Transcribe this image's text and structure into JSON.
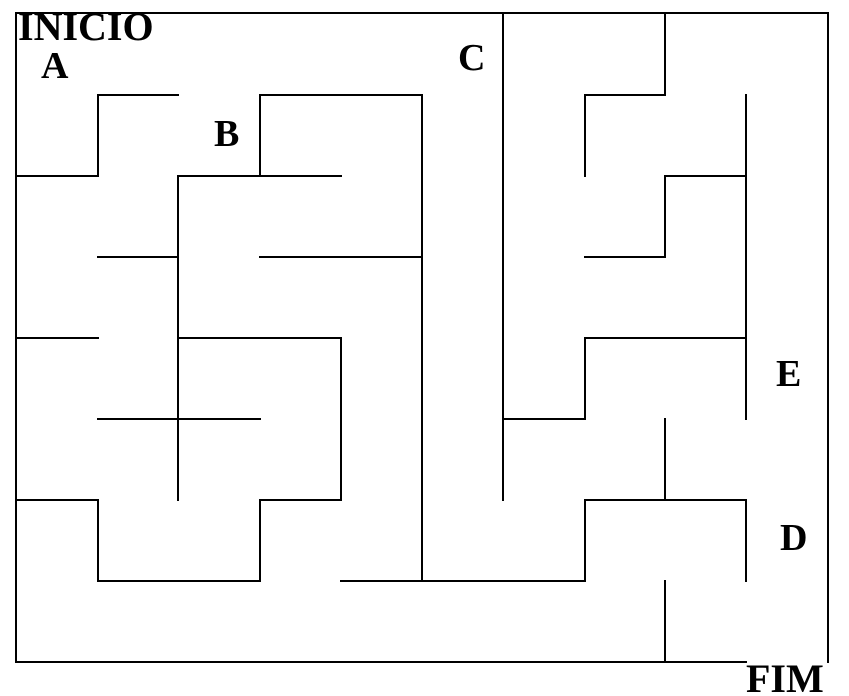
{
  "labels": {
    "start": "INICIO",
    "a": "A",
    "b": "B",
    "c": "C",
    "d": "D",
    "e": "E",
    "end": "FIM"
  },
  "colors": {
    "wall": "#000000",
    "background": "#ffffff",
    "text": "#000000"
  }
}
